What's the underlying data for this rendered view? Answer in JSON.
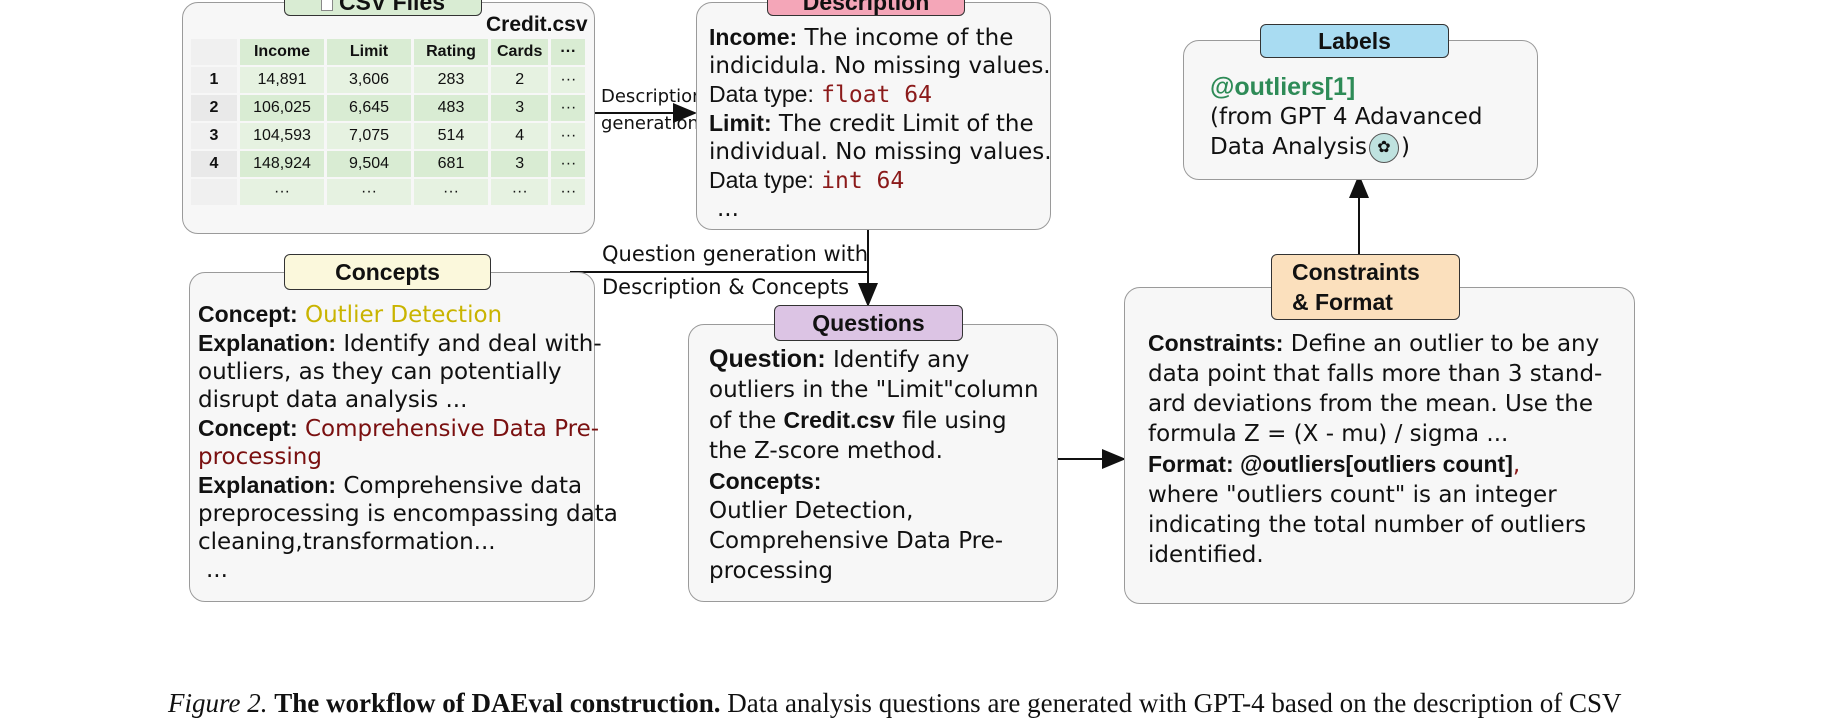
{
  "csv_panel": {
    "tab_label": "CSV Files",
    "filename": "Credit.csv",
    "headers": [
      "",
      "Income",
      "Limit",
      "Rating",
      "Cards",
      "···"
    ],
    "rows": [
      [
        "1",
        "14,891",
        "3,606",
        "283",
        "2",
        "···"
      ],
      [
        "2",
        "106,025",
        "6,645",
        "483",
        "3",
        "···"
      ],
      [
        "3",
        "104,593",
        "7,075",
        "514",
        "4",
        "···"
      ],
      [
        "4",
        "148,924",
        "9,504",
        "681",
        "3",
        "···"
      ],
      [
        "",
        "···",
        "···",
        "···",
        "···",
        "···"
      ]
    ]
  },
  "description_panel": {
    "tab_label": "Description",
    "income_label": "Income:",
    "income_text_1": " The income of the",
    "income_text_2": "indicidula. No missing values.",
    "dtype_label": "Data type:",
    "income_dtype": "float 64",
    "limit_label": "Limit:",
    "limit_text_1": " The credit Limit of the",
    "limit_text_2": "individual. No missing values.",
    "limit_dtype": "int 64",
    "ellipsis": "..."
  },
  "labels_panel": {
    "tab_label": "Labels",
    "value": "@outliers[1]",
    "source_1": "(from GPT 4 Adavanced",
    "source_2": "Data Analysis",
    "source_close": ")"
  },
  "concepts_panel": {
    "tab_label": "Concepts",
    "concept_label": "Concept:",
    "concept1": "Outlier Detection",
    "explanation_label": "Explanation:",
    "expl1_1": " Identify and deal with-",
    "expl1_2": "outliers, as they can potentially",
    "expl1_3": "disrupt data analysis ...",
    "concept2_1": "Comprehensive Data Pre-",
    "concept2_2": "processing",
    "expl2_1": " Comprehensive data",
    "expl2_2": "preprocessing is encompassing data",
    "expl2_3": "cleaning,transformation...",
    "ellipsis": "..."
  },
  "questions_panel": {
    "tab_label": "Questions",
    "question_label": "Question:",
    "q1": " Identify any",
    "q2": "outliers in the \"Limit\"column",
    "q3_pre": "of the ",
    "q3_file": "Credit.csv",
    "q3_post": " file using",
    "q4": "the Z-score method.",
    "concepts_label": "Concepts:",
    "c1": "Outlier Detection,",
    "c2": "Comprehensive Data Pre-",
    "c3": "processing"
  },
  "constraints_panel": {
    "tab_line1": "Constraints",
    "tab_line2": "& Format",
    "constraints_label": "Constraints:",
    "c1": " Define an outlier to be any",
    "c2": "data point that falls more than 3 stand-",
    "c3": "ard deviations from the mean. Use the",
    "c4": "formula Z = (X - mu) / sigma ...",
    "format_label": "Format: @outliers[outliers count]",
    "format_comma": ",",
    "f1": "where \"outliers count\" is an integer",
    "f2": "indicating the total number of outliers",
    "f3": "identified."
  },
  "arrows": {
    "desc_gen_1": "Description",
    "desc_gen_2": "generation",
    "q_gen_1": "Question generation with",
    "q_gen_2": "Description & Concepts"
  },
  "caption": {
    "figure": "Figure 2.",
    "title": "The workflow of DAEval construction.",
    "text": " Data analysis questions are generated with GPT-4 based on the description of CSV"
  },
  "colors": {
    "csv_tab": "#d9ecd3",
    "description_tab": "#f4a6b8",
    "labels_tab": "#a9dcf2",
    "concepts_tab": "#fbf8dc",
    "questions_tab": "#dcc4e4",
    "constraints_tab": "#fbe0bd",
    "outlier_concept": "#c9b400",
    "preprocessing_concept": "#7a1010",
    "label_value": "#2e8b57"
  }
}
